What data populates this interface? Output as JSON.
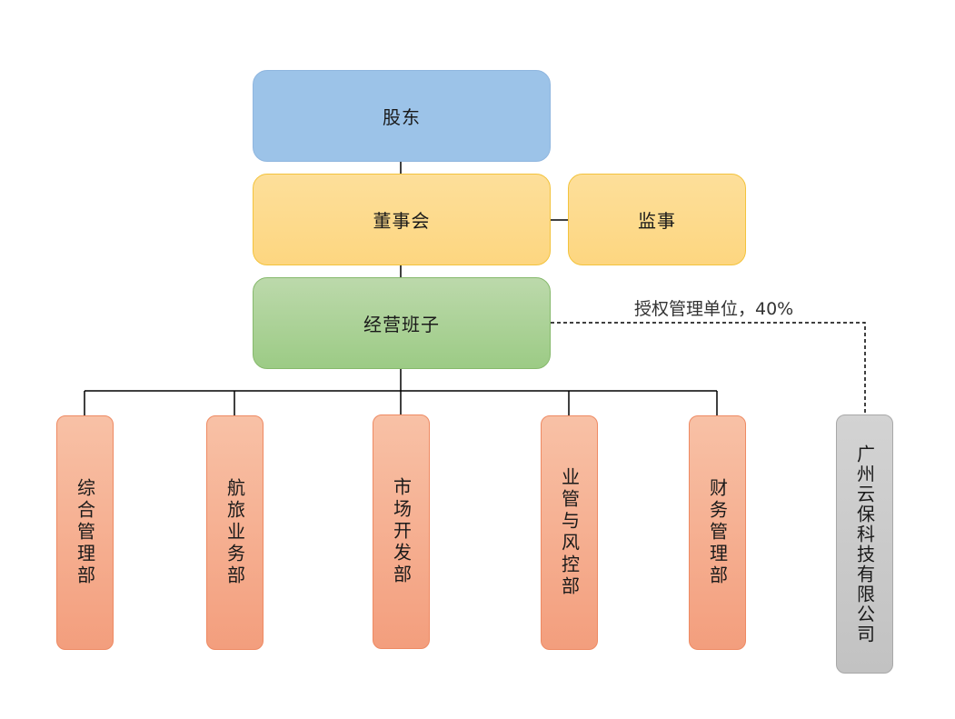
{
  "nodes": {
    "shareholders": "股东",
    "board": "董事会",
    "supervisor": "监事",
    "management": "经营班子",
    "dept_general": "综合管理部",
    "dept_aviation": "航旅业务部",
    "dept_market": "市场开发部",
    "dept_risk": "业管与风控部",
    "dept_finance": "财务管理部",
    "subsidiary": "广州云保科技有限公司"
  },
  "edges": {
    "management_to_subsidiary_label": "授权管理单位，40%"
  },
  "colors": {
    "line": "#000000",
    "blue_fill": "#9cc3e8",
    "yellow_fill": "#fdd680",
    "green_fill": "#9ccb85",
    "orange_fill": "#f39e7d",
    "gray_fill": "#c2c2c2"
  }
}
